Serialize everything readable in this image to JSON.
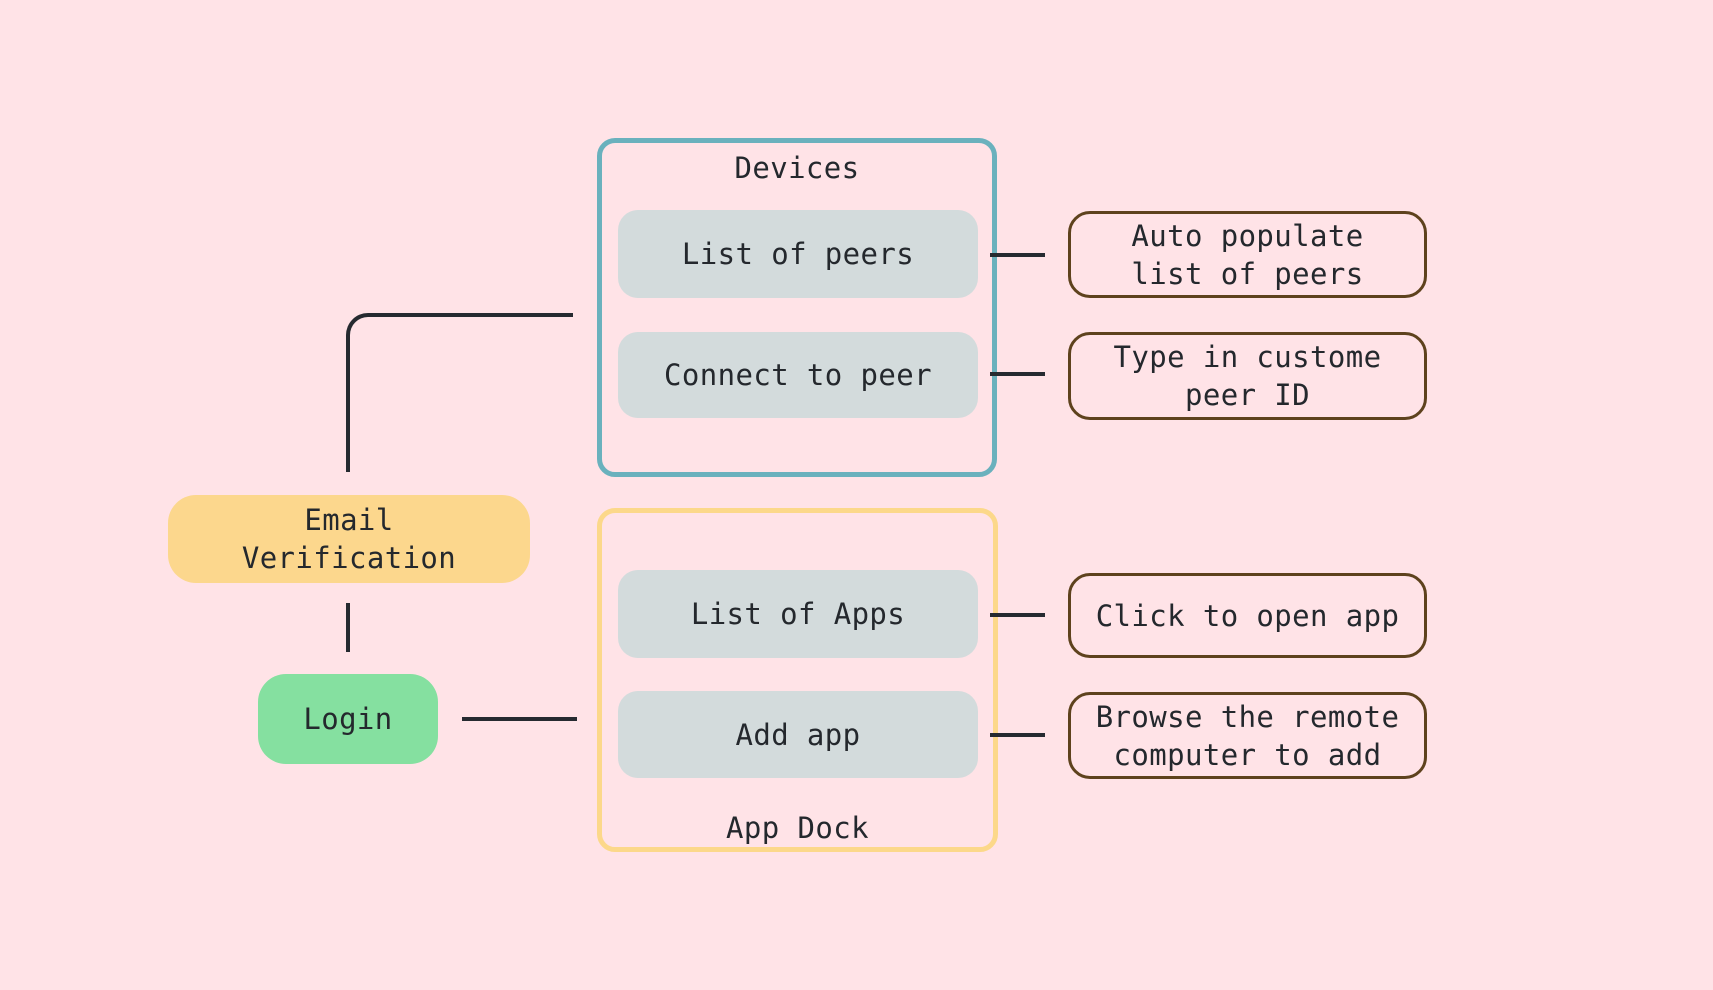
{
  "colors": {
    "background": "#ffe3e7",
    "devices_border": "#6ab1bd",
    "appdock_border": "#fcd88a",
    "item_fill": "#d3dbdc",
    "email_fill": "#fcd78d",
    "login_fill": "#85e0a0",
    "annotation_border": "#5e421d",
    "connector": "#262a30",
    "text": "#24282d"
  },
  "diagram": {
    "nodes": {
      "email_verification": {
        "lines": [
          "Email",
          "Verification"
        ]
      },
      "login": {
        "label": "Login"
      }
    },
    "containers": {
      "devices": {
        "title": "Devices",
        "items": [
          {
            "label": "List of peers"
          },
          {
            "label": "Connect to peer"
          }
        ]
      },
      "app_dock": {
        "title": "App Dock",
        "items": [
          {
            "label": "List of Apps"
          },
          {
            "label": "Add app"
          }
        ]
      }
    },
    "annotations": [
      {
        "lines": [
          "Auto populate",
          "list of peers"
        ]
      },
      {
        "lines": [
          "Type in custome",
          "peer ID"
        ]
      },
      {
        "lines": [
          "Click to open app"
        ]
      },
      {
        "lines": [
          "Browse the remote",
          "computer to add"
        ]
      }
    ]
  }
}
